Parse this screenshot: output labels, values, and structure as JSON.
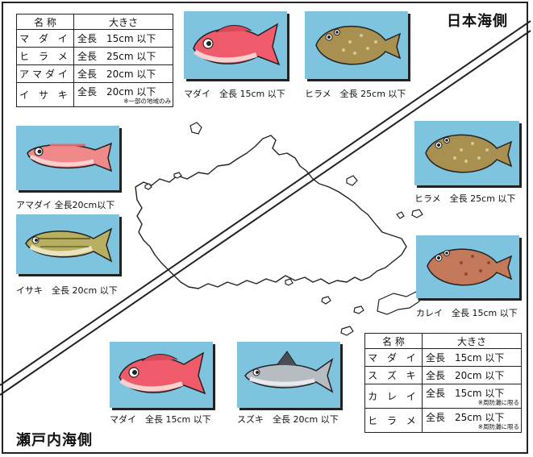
{
  "regions": {
    "north": "日本海側",
    "south": "瀬戸内海側"
  },
  "table_north": {
    "headers": [
      "名 称",
      "大きさ"
    ],
    "rows": [
      {
        "name": "マ ダ イ",
        "size": "全長　15cm 以下",
        "note": ""
      },
      {
        "name": "ヒ ラ メ",
        "size": "全長　25cm 以下",
        "note": ""
      },
      {
        "name": "アマダイ",
        "size": "全長　20cm 以下",
        "note": ""
      },
      {
        "name": "イ サ キ",
        "size": "全長　20cm 以下",
        "note": "※一部の地域のみ"
      }
    ]
  },
  "table_south": {
    "headers": [
      "名 称",
      "大きさ"
    ],
    "rows": [
      {
        "name": "マ ダ イ",
        "size": "全長　15cm 以下",
        "note": ""
      },
      {
        "name": "ス ズ キ",
        "size": "全長　20cm 以下",
        "note": ""
      },
      {
        "name": "カ レ イ",
        "size": "全長　15cm 以下",
        "note": "※周防灘に限る"
      },
      {
        "name": "ヒ ラ メ",
        "size": "全長　25cm 以下",
        "note": "※周防灘に限る"
      }
    ]
  },
  "fish": [
    {
      "caption": "マダイ　全長 15cm 以下",
      "species": "madai"
    },
    {
      "caption": "ヒラメ　全長 25cm 以下",
      "species": "hirame"
    },
    {
      "caption": "アマダイ 全長20cm以下",
      "species": "amadai"
    },
    {
      "caption": "イサキ　全長 20cm 以下",
      "species": "isaki"
    },
    {
      "caption": "ヒラメ　全長 25cm 以下",
      "species": "hirame"
    },
    {
      "caption": "カレイ　全長 15cm 以下",
      "species": "karei"
    },
    {
      "caption": "マダイ　全長 15cm 以下",
      "species": "madai"
    },
    {
      "caption": "スズキ　全長 20cm 以下",
      "species": "suzuki"
    }
  ],
  "colors": {
    "water": "#7fc4df",
    "madai": "#ef5b6b",
    "hirame": "#a89050",
    "amadai": "#f08a8a",
    "isaki": "#b8b060",
    "karei": "#c47a5a",
    "suzuki": "#b7bcc2"
  }
}
